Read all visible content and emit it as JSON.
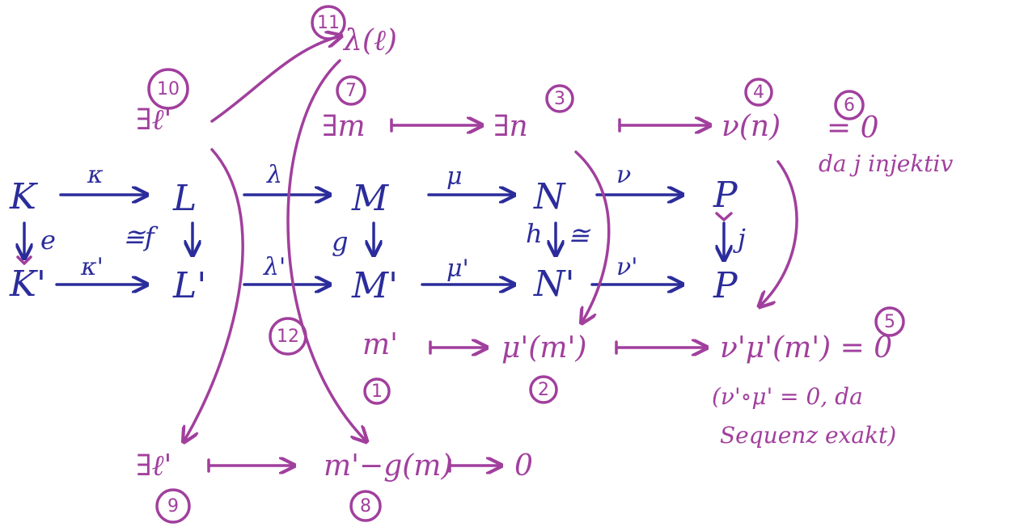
{
  "colors": {
    "blue": "#2b2c9b",
    "purple": "#a13f9d"
  },
  "objects_top": [
    "K",
    "L",
    "M",
    "N",
    "P"
  ],
  "objects_bottom": [
    "K'",
    "L'",
    "M'",
    "N'",
    "P"
  ],
  "horizontal_maps_top": [
    "κ",
    "λ",
    "μ",
    "ν"
  ],
  "horizontal_maps_bottom": [
    "κ'",
    "λ'",
    "μ'",
    "ν'"
  ],
  "vertical_maps": {
    "e": "e",
    "f": "≅f",
    "g": "g",
    "h": "h",
    "h_iso": "≅",
    "j": "j"
  },
  "steps": {
    "s1": "1",
    "s2": "2",
    "s3": "3",
    "s4": "4",
    "s5": "5",
    "s6": "6",
    "s7": "7",
    "s8": "8",
    "s9": "9",
    "s10": "10",
    "s11": "11",
    "s12": "12"
  },
  "text": {
    "exists_l_top": "∃ℓ'",
    "lambda_l": "λ(ℓ)",
    "exists_m": "∃m",
    "exists_n": "∃n",
    "nu_n": "ν(n)",
    "eq_zero_top": "= 0",
    "injective_note": "da j injektiv",
    "m_prime": "m'",
    "mu_m_prime": "μ'(m')",
    "nu_mu_zero": "ν'μ'(m') = 0",
    "exact_note_1": "(ν'∘μ' = 0, da",
    "exact_note_2": "Sequenz exakt)",
    "exists_l_bottom": "∃ℓ'",
    "m_minus_g": "m'−g(m)",
    "zero_bottom": "0"
  }
}
